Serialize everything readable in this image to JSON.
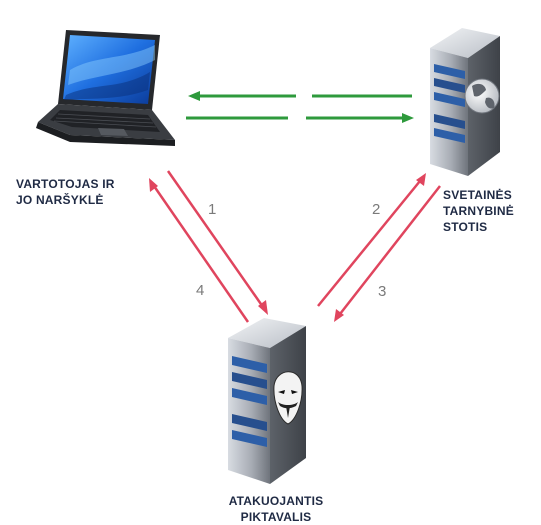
{
  "nodes": {
    "user": {
      "line1": "VARTOTOJAS IR",
      "line2": "JO NARŠYKLĖ"
    },
    "server": {
      "line1": "SVETAINĖS",
      "line2": "TARNYBINĖ",
      "line3": "STOTIS"
    },
    "attacker": {
      "line1": "ATAKUOJANTIS",
      "line2": "PIKTAVALIS"
    }
  },
  "steps": {
    "s1": "1",
    "s2": "2",
    "s3": "3",
    "s4": "4"
  },
  "colors": {
    "legit_flow": "#2e9a3c",
    "attack_flow": "#e0455e",
    "label_text": "#1f2a44",
    "step_number": "#7a7a7a"
  }
}
